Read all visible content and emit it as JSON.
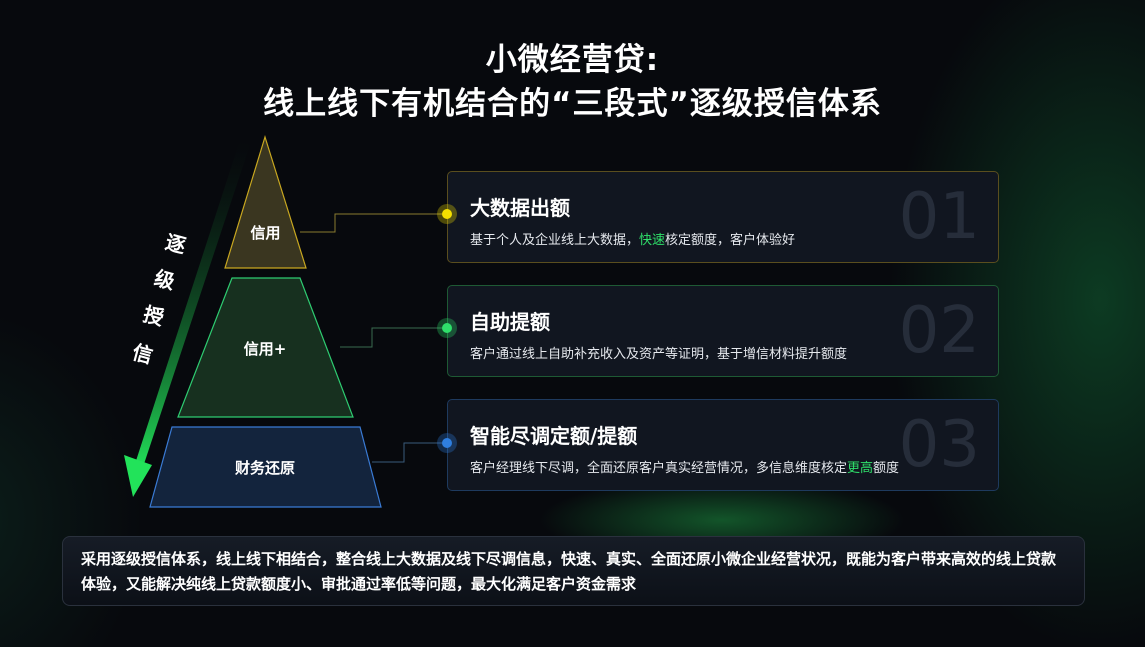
{
  "title": {
    "line1": "小微经营贷:",
    "line2": "线上线下有机结合的“三段式”逐级授信体系"
  },
  "pyramid": {
    "levels": [
      "信用",
      "信用+",
      "财务还原"
    ],
    "arrow_label": [
      "逐",
      "级",
      "授",
      "信"
    ]
  },
  "cards": [
    {
      "number": "01",
      "title": "大数据出额",
      "desc_pre": "基于个人及企业线上大数据，",
      "desc_hl": "快速",
      "desc_post": "核定额度，客户体验好",
      "color": "#f5e000"
    },
    {
      "number": "02",
      "title": "自助提额",
      "desc_pre": "客户通过线上自助补充收入及资产等证明，基于增信材料提升额度",
      "desc_hl": "",
      "desc_post": "",
      "color": "#2fe06a"
    },
    {
      "number": "03",
      "title": "智能尽调定额/提额",
      "desc_pre": "客户经理线下尽调，全面还原客户真实经营情况，多信息维度核定",
      "desc_hl": "更高",
      "desc_post": "额度",
      "color": "#2f7fe0"
    }
  ],
  "summary": "采用逐级授信体系，线上线下相结合，整合线上大数据及线下尽调信息，快速、真实、全面还原小微企业经营状况，既能为客户带来高效的线上贷款体验，又能解决纯线上贷款额度小、审批通过率低等问题，最大化满足客户资金需求"
}
